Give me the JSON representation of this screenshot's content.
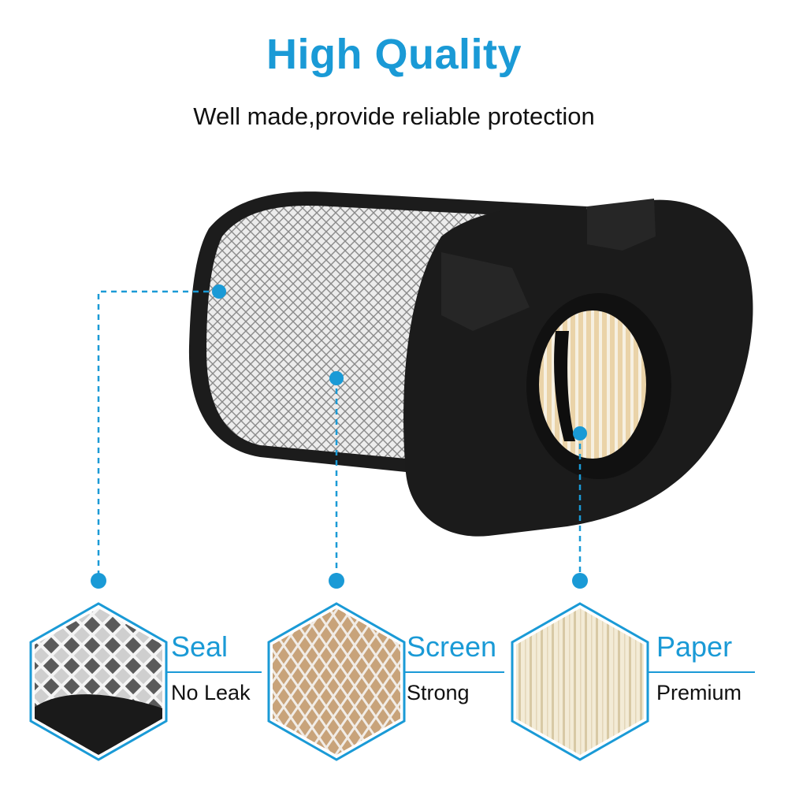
{
  "header": {
    "title": "High Quality",
    "subtitle": "Well made,provide reliable protection"
  },
  "colors": {
    "accent": "#1a9ad6",
    "text": "#111111",
    "rubber": "#1c1c1c",
    "mesh": "#e9e9e9",
    "paper": "#e9d2ad"
  },
  "features": [
    {
      "icon": "seal-hexagon-icon",
      "label": "Seal",
      "sub": "No Leak"
    },
    {
      "icon": "screen-hexagon-icon",
      "label": "Screen",
      "sub": "Strong"
    },
    {
      "icon": "paper-hexagon-icon",
      "label": "Paper",
      "sub": "Premium"
    }
  ]
}
